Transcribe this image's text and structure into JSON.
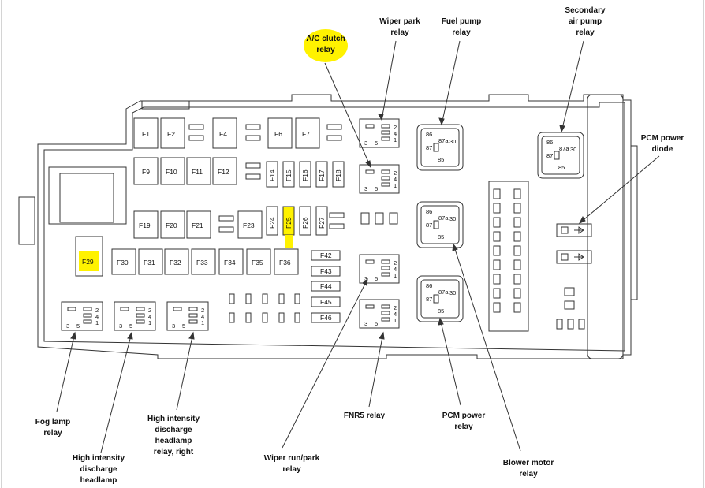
{
  "callouts": {
    "ac_clutch_relay": [
      "A/C clutch",
      "relay"
    ],
    "wiper_park_relay": [
      "Wiper park",
      "relay"
    ],
    "fuel_pump_relay": [
      "Fuel pump",
      "relay"
    ],
    "secondary_air_pump_relay": [
      "Secondary",
      "air pump",
      "relay"
    ],
    "pcm_power_diode": [
      "PCM power",
      "diode"
    ],
    "fog_lamp_relay": [
      "Fog lamp",
      "relay"
    ],
    "hid_headlamp": [
      "High intensity",
      "discharge",
      "headlamp"
    ],
    "hid_headlamp_relay_right": [
      "High intensity",
      "discharge",
      "headlamp",
      "relay, right"
    ],
    "wiper_run_park_relay": [
      "Wiper run/park",
      "relay"
    ],
    "fnr5_relay": [
      "FNR5 relay"
    ],
    "pcm_power_relay": [
      "PCM power",
      "relay"
    ],
    "blower_motor_relay": [
      "Blower motor",
      "relay"
    ]
  },
  "fuses": {
    "F1": "F1",
    "F2": "F2",
    "F4": "F4",
    "F6": "F6",
    "F7": "F7",
    "F9": "F9",
    "F10": "F10",
    "F11": "F11",
    "F12": "F12",
    "F14": "F14",
    "F15": "F15",
    "F16": "F16",
    "F17": "F17",
    "F18": "F18",
    "F19": "F19",
    "F20": "F20",
    "F21": "F21",
    "F23": "F23",
    "F24": "F24",
    "F25": "F25",
    "F26": "F26",
    "F27": "F27",
    "F29": "F29",
    "F30": "F30",
    "F31": "F31",
    "F32": "F32",
    "F33": "F33",
    "F34": "F34",
    "F35": "F35",
    "F36": "F36",
    "F42": "F42",
    "F43": "F43",
    "F44": "F44",
    "F45": "F45",
    "F46": "F46"
  },
  "mini_relay_pins": {
    "p2": "2",
    "p4": "4",
    "p1": "1",
    "p3": "3",
    "p5": "5"
  },
  "iso_relay_pins": {
    "p86": "86",
    "p87a": "87a",
    "p30": "30",
    "p87": "87",
    "p85": "85"
  },
  "highlight_color": "#fff200",
  "line_color": "#333333"
}
